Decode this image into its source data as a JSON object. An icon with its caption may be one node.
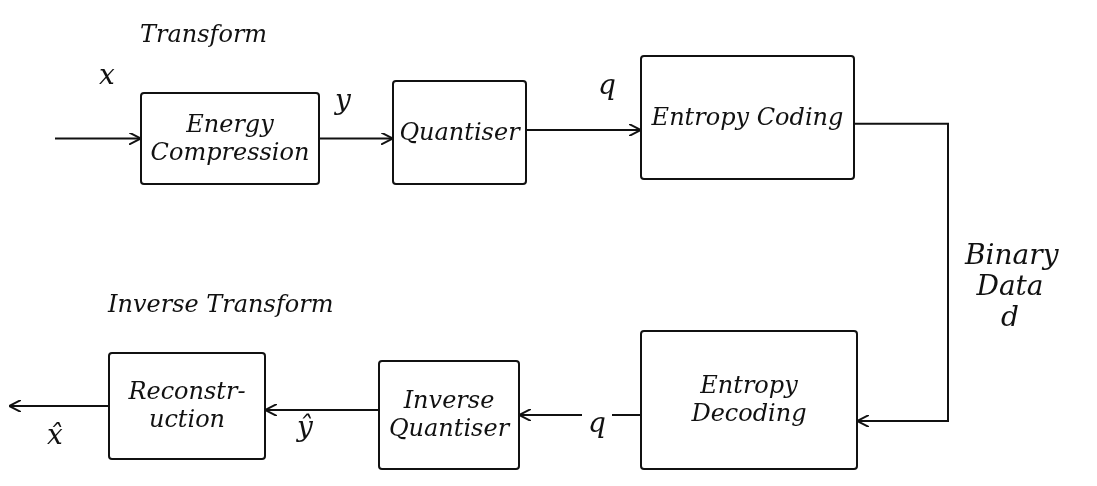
{
  "diagram": {
    "nodes": [
      {
        "text": [
          "Transform",
          "Energy Compression"
        ]
      },
      {
        "text": [
          "Quantiser"
        ]
      },
      {
        "text": [
          "Entropy Coding"
        ]
      },
      {
        "text": [
          "Entropy Decoding"
        ]
      },
      {
        "text": [
          "Inverse Quantiser"
        ]
      },
      {
        "text": [
          "Inverse Transform",
          "Reconstr- uction"
        ]
      }
    ],
    "edges": [
      {
        "from": null,
        "to": 0,
        "arrow": "to",
        "label": "x"
      },
      {
        "from": 0,
        "to": 1,
        "arrow": "to",
        "label": "y"
      },
      {
        "from": 1,
        "to": 2,
        "arrow": "to",
        "label": "q"
      },
      {
        "from": 2,
        "to": 3,
        "arrow": "to",
        "label": "Binary Data d"
      },
      {
        "from": 3,
        "to": 4,
        "arrow": "to",
        "label": "q"
      },
      {
        "from": 4,
        "to": 5,
        "arrow": "to",
        "label": "ŷ"
      },
      {
        "from": 5,
        "to": null,
        "arrow": "to",
        "label": "x̂"
      }
    ]
  }
}
